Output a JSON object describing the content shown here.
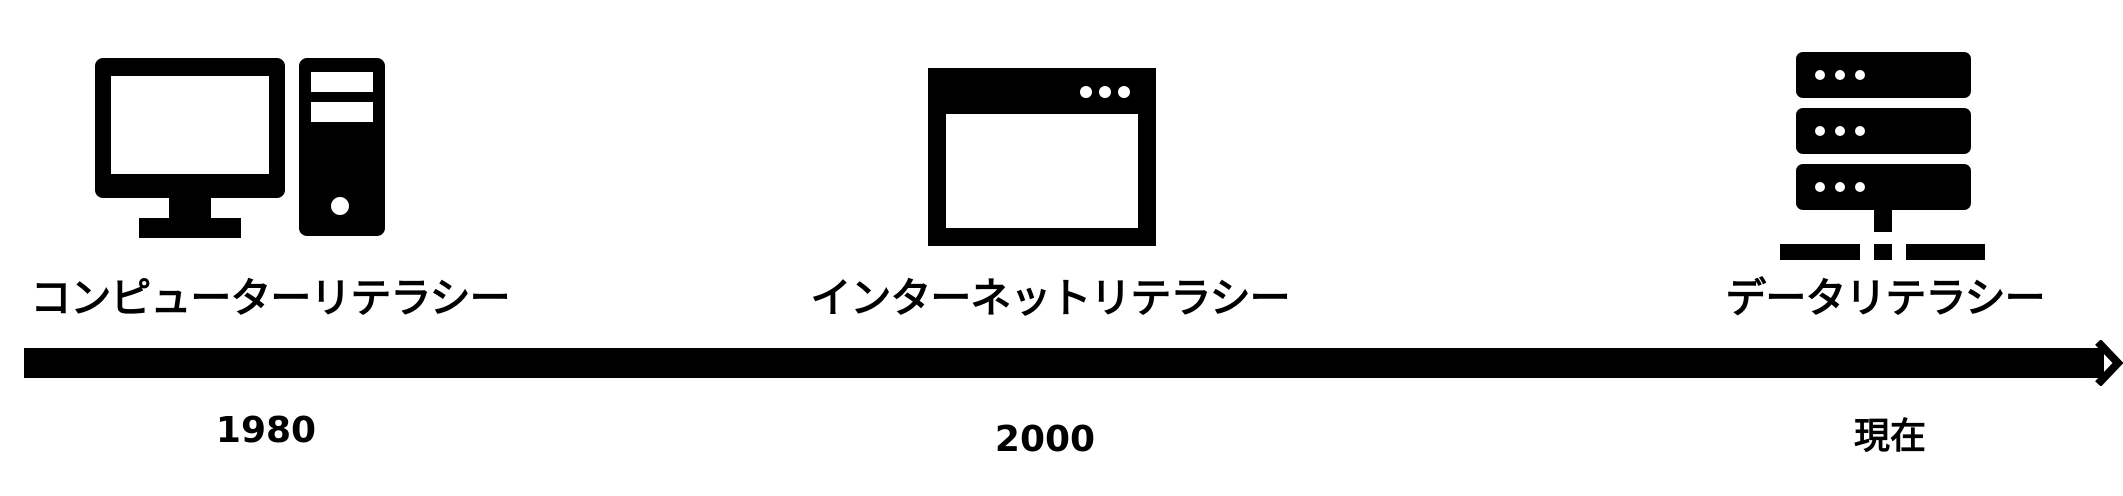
{
  "eras": [
    {
      "label": "コンピューターリテラシー",
      "year": "1980",
      "icon": "desktop-computer-icon"
    },
    {
      "label": "インターネットリテラシー",
      "year": "2000",
      "icon": "browser-window-icon"
    },
    {
      "label": "データリテラシー",
      "year": "現在",
      "icon": "server-icon"
    }
  ],
  "colors": {
    "foreground": "#000000",
    "background": "#ffffff"
  }
}
